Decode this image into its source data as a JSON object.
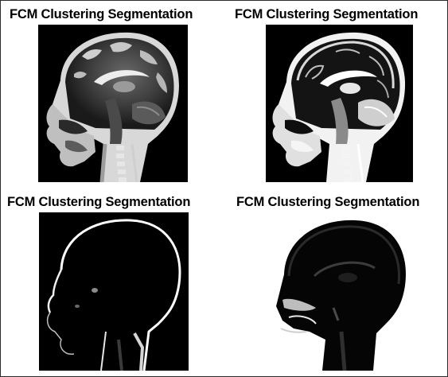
{
  "figure": {
    "panels": [
      {
        "title": "FCM Clustering Segmentation",
        "variant": "original-t1"
      },
      {
        "title": "FCM Clustering Segmentation",
        "variant": "enhanced"
      },
      {
        "title": "FCM Clustering Segmentation",
        "variant": "outline-cluster"
      },
      {
        "title": "FCM Clustering Segmentation",
        "variant": "dark-cluster"
      }
    ]
  },
  "colors": {
    "background": "#ffffff",
    "image_bg": "#000000",
    "title": "#000000"
  }
}
